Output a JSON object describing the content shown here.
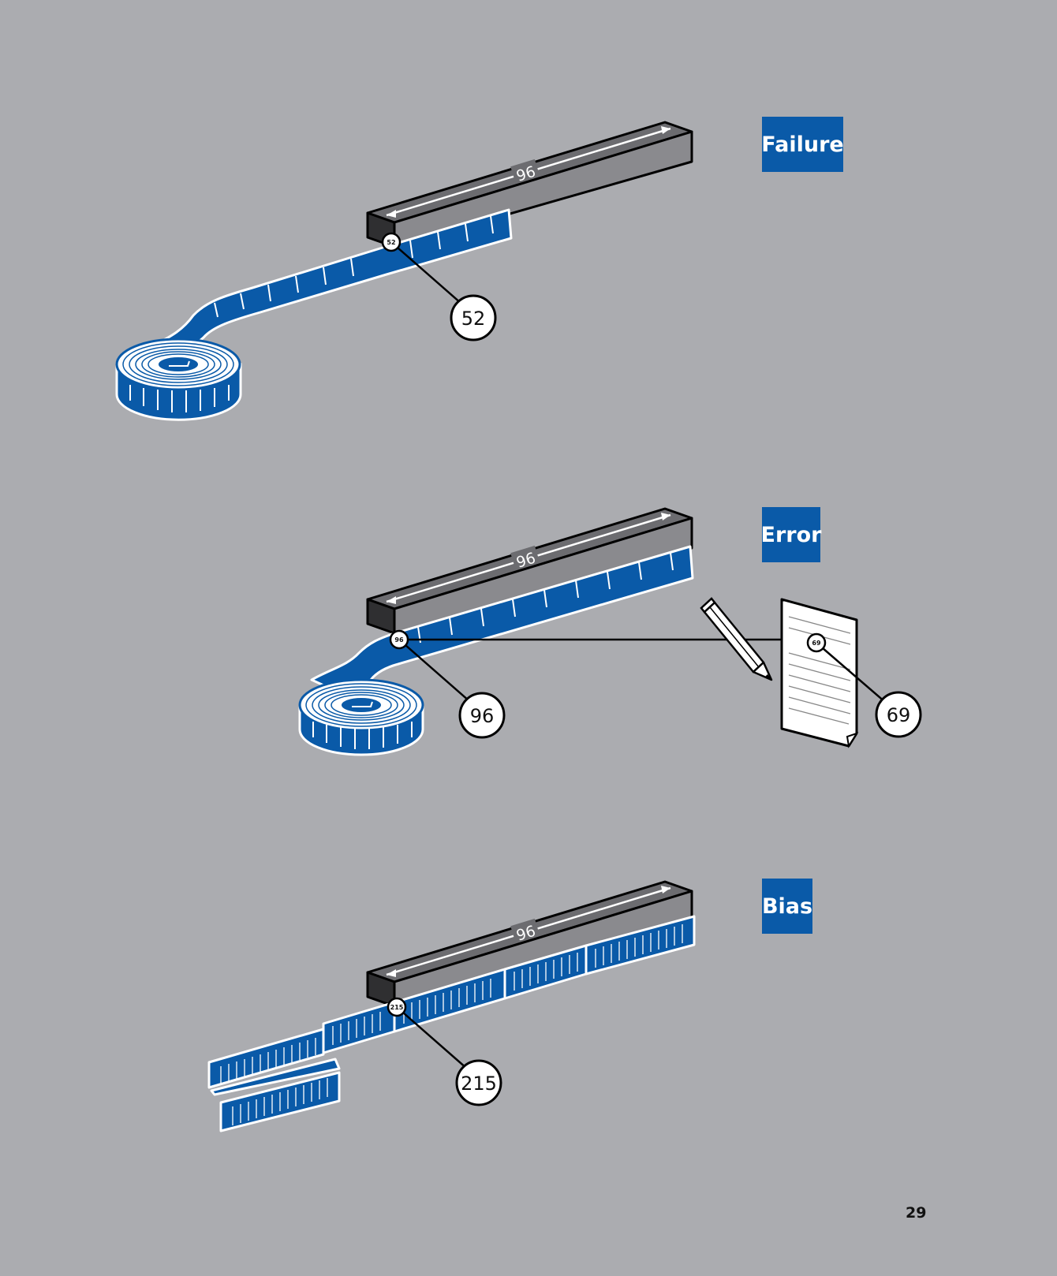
{
  "labels": {
    "failure": "Failure",
    "error": "Error",
    "bias": "Bias"
  },
  "ruler_value": "96",
  "failure": {
    "reading": "52"
  },
  "error": {
    "reading": "96",
    "recorded": "69"
  },
  "bias": {
    "reading": "215"
  },
  "page_number": "29",
  "colors": {
    "background": "#ABACB0",
    "tape_blue": "#0A5AA8",
    "ruler_dark": "#4A4A4D",
    "ruler_top": "#8A8A8E"
  }
}
